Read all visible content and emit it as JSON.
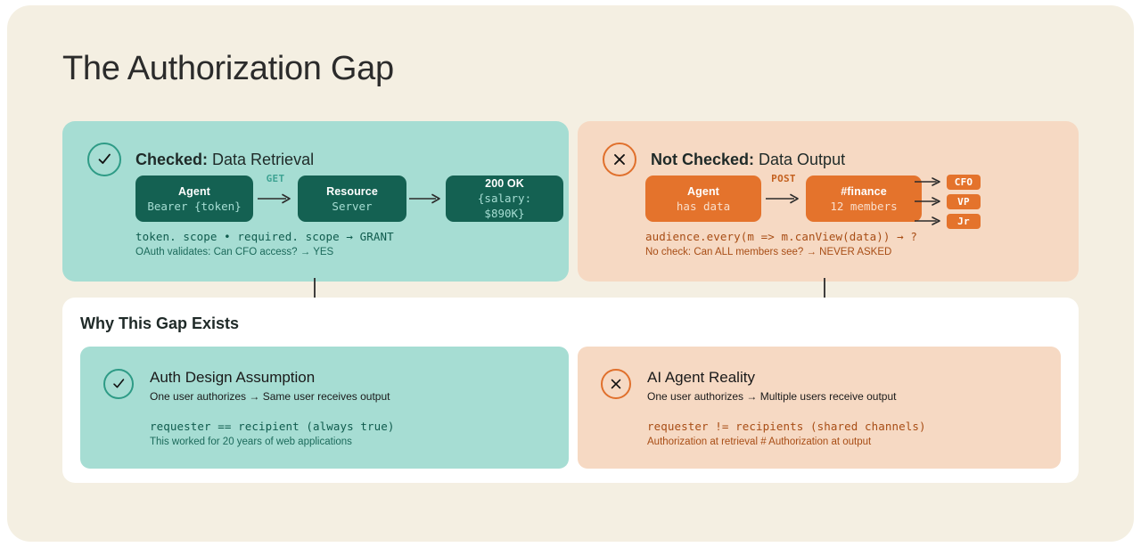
{
  "page": {
    "title": "The Authorization Gap",
    "canvas_bg": "#F4EFE2"
  },
  "colors": {
    "teal_panel": "#A6DDD3",
    "peach_panel": "#F6D9C3",
    "green_node": "#146152",
    "orange_node": "#E4732C",
    "check_ring": "#2E9B86",
    "x_ring": "#E0702C",
    "white_card": "#FFFFFF"
  },
  "top_panels": [
    {
      "id": "checked",
      "icon": "check-circle-icon",
      "title_strong": "Checked:",
      "title_light": " Data Retrieval",
      "nodes": [
        {
          "title": "Agent",
          "sub": "Bearer {token}"
        },
        {
          "title": "Resource",
          "sub": "Server"
        },
        {
          "title": "200 OK",
          "sub": "{salary: $890K}"
        }
      ],
      "arrow_labels": [
        "GET",
        ""
      ],
      "code_line": "token. scope • required. scope → GRANT",
      "sub_line": "OAuth validates: Can CFO access? → YES"
    },
    {
      "id": "not-checked",
      "icon": "x-circle-icon",
      "title_strong": "Not Checked:",
      "title_light": " Data Output",
      "nodes": [
        {
          "title": "Agent",
          "sub": "has data"
        },
        {
          "title": "#finance",
          "sub": "12 members"
        }
      ],
      "arrow_labels": [
        "POST"
      ],
      "recipients": [
        "CFO",
        "VP",
        "Jr"
      ],
      "code_line": "audience.every(m => m.canView(data)) → ?",
      "sub_line": "No check: Can ALL members see? → NEVER ASKED"
    }
  ],
  "section": {
    "title": "Why This Gap Exists",
    "cards": [
      {
        "id": "auth-design-assumption",
        "icon": "check-circle-icon",
        "heading": "Auth Design Assumption",
        "description": "One user authorizes → Same user receives output",
        "code_line": "requester == recipient (always true)",
        "sub_line": "This worked for 20 years of web applications"
      },
      {
        "id": "ai-agent-reality",
        "icon": "x-circle-icon",
        "heading": "AI Agent Reality",
        "description": "One user authorizes → Multiple users receive output",
        "code_line": "requester != recipients (shared channels)",
        "sub_line": "Authorization at retrieval # Authorization at output"
      }
    ]
  }
}
